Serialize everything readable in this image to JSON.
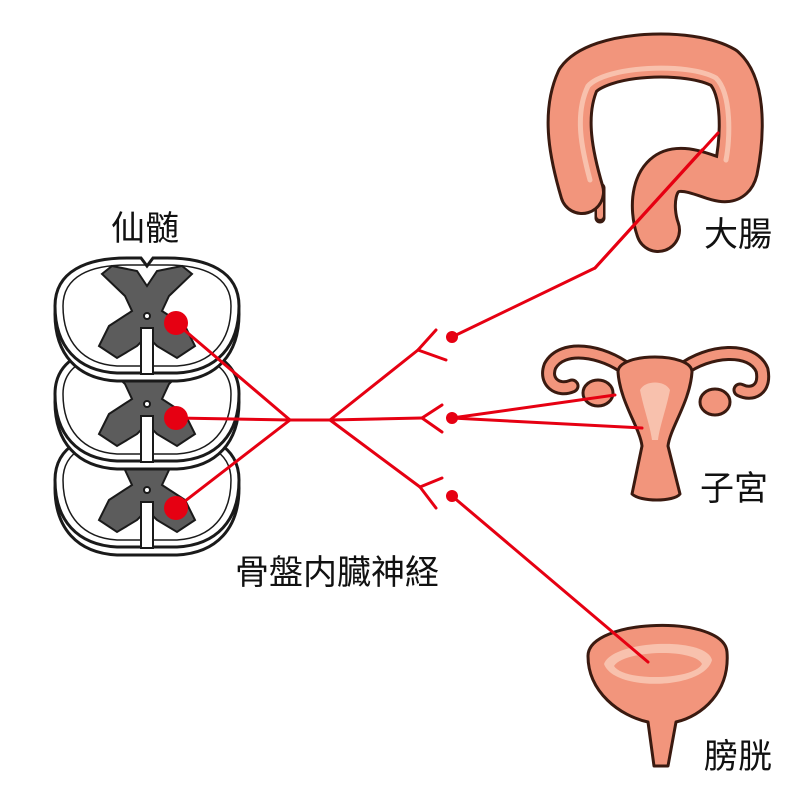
{
  "labels": {
    "sacral_cord": "仙髄",
    "pelvic_splanchnic_nerve": "骨盤内臓神経",
    "colon": "大腸",
    "uterus": "子宮",
    "bladder": "膀胱"
  },
  "colors": {
    "nerve": "#e60012",
    "organ": "#f2957c",
    "organ_highlight": "#f8c1ad",
    "outline": "#3a1a10",
    "gray_matter": "#5c5c5c"
  }
}
